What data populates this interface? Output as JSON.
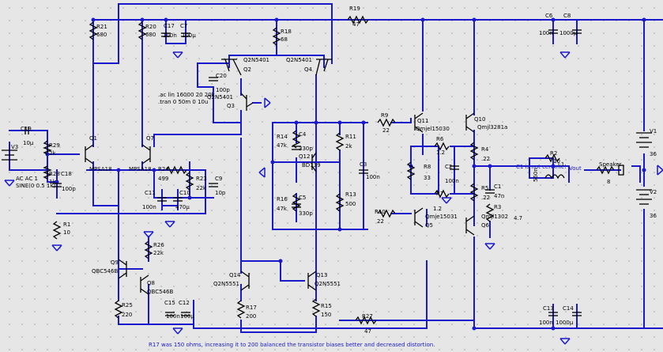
{
  "components": {
    "R21": {
      "ref": "R21",
      "value": "680"
    },
    "R20": {
      "ref": "R20",
      "value": "680"
    },
    "C17": {
      "ref": "C17",
      "value": "100n"
    },
    "C7": {
      "ref": "C7",
      "value": "100µ"
    },
    "R18": {
      "ref": "R18",
      "value": "68"
    },
    "R19": {
      "ref": "R19",
      "value": "47"
    },
    "Q2": {
      "ref": "Q2",
      "part": "Q2N5401"
    },
    "Q4": {
      "ref": "Q4",
      "part": "Q2N5401"
    },
    "C20": {
      "ref": "C20",
      "value": "100p"
    },
    "Q3": {
      "ref": "Q3",
      "part": "Q2N5401"
    },
    "C19": {
      "ref": "C19",
      "value": "10µ"
    },
    "V3": {
      "ref": "V3",
      "line1": "AC AC 1",
      "line2": "SINE(0 0.5 1k)"
    },
    "R29": {
      "ref": "R29",
      "value": "2k"
    },
    "R28": {
      "ref": "R28",
      "value": "1k"
    },
    "C18": {
      "ref": "C18",
      "value": "100p"
    },
    "R1": {
      "ref": "R1",
      "value": "10"
    },
    "Q1": {
      "ref": "Q1",
      "part": "MPSA18"
    },
    "Q7": {
      "ref": "Q7",
      "part": "MPSA18"
    },
    "R24": {
      "ref": "R24",
      "value": "499"
    },
    "R23": {
      "ref": "R23",
      "value": "22k"
    },
    "C9": {
      "ref": "C9",
      "value": "10p"
    },
    "C11": {
      "ref": "C11",
      "value": "100n"
    },
    "C10": {
      "ref": "C10",
      "value": "470µ"
    },
    "R26": {
      "ref": "R26",
      "value": "22k"
    },
    "Q9": {
      "ref": "Q9",
      "part": "QBC546B"
    },
    "Q8": {
      "ref": "Q8",
      "part": "QBC546B"
    },
    "R25": {
      "ref": "R25",
      "value": "220"
    },
    "C15": {
      "ref": "C15",
      "value": "100n"
    },
    "C12": {
      "ref": "C12",
      "value": "100µ"
    },
    "R14": {
      "ref": "R14",
      "value": "47k"
    },
    "C4": {
      "ref": "C4",
      "value": "330p"
    },
    "R11": {
      "ref": "R11",
      "value": "2k"
    },
    "Q12": {
      "ref": "Q12",
      "part": "BD139"
    },
    "R16": {
      "ref": "R16",
      "value": "47k"
    },
    "C5": {
      "ref": "C5",
      "value": "330p"
    },
    "R13": {
      "ref": "R13",
      "value": "500"
    },
    "C3": {
      "ref": "C3",
      "value": "100n"
    },
    "Q14": {
      "ref": "Q14",
      "part": "Q2N5551"
    },
    "Q13": {
      "ref": "Q13",
      "part": "Q2N5551"
    },
    "R17": {
      "ref": "R17",
      "value": "200"
    },
    "R15": {
      "ref": "R15",
      "value": "150"
    },
    "R27": {
      "ref": "R27",
      "value": "47"
    },
    "R9": {
      "ref": "R9",
      "value": "22"
    },
    "R10": {
      "ref": "R10",
      "value": "22"
    },
    "Q11": {
      "ref": "Q11",
      "part": "Qmjel15030"
    },
    "Q10": {
      "ref": "Q10",
      "part": "Qmjl3281a"
    },
    "R6": {
      "ref": "R6",
      "value": "1.2"
    },
    "R8": {
      "ref": "R8",
      "value": "33"
    },
    "C2": {
      "ref": "C2",
      "value": "100n"
    },
    "R7": {
      "ref": "R7",
      "value": "1.2"
    },
    "Q5": {
      "ref": "Q5",
      "part": "Qmje15031"
    },
    "Q6": {
      "ref": "Q6",
      "part": "Qmjl1302",
      "extra": "4.7"
    },
    "R4": {
      "ref": "R4",
      "value": ".22"
    },
    "R5": {
      "ref": "R5",
      "value": ".22"
    },
    "C1": {
      "ref": "C1",
      "value": "47n"
    },
    "R3": {
      "ref": "R3"
    },
    "R2": {
      "ref": "R2",
      "value": "10"
    },
    "L1": {
      "ref": "L1",
      "value": "560n"
    },
    "C6": {
      "ref": "C6",
      "value": "100n"
    },
    "C8": {
      "ref": "C8",
      "value": "1000µ"
    },
    "C13": {
      "ref": "C13",
      "value": "100n"
    },
    "C14": {
      "ref": "C14",
      "value": "1000µ"
    },
    "V1": {
      "ref": "V1",
      "value": "36"
    },
    "V2": {
      "ref": "V2",
      "value": "36"
    },
    "Speaker": {
      "ref": "Speaker",
      "value": "8"
    }
  },
  "net_labels": {
    "vout": "Vout"
  },
  "directives": {
    "ac": ".ac lin 16000 20 20k",
    "tran": ".tran 0 50m 0 10u"
  },
  "comments": {
    "c1_note": "C1 is not ceramic!",
    "r17_note": "R17 was 150 ohms, increasing it to 200 balanced the transistor biases better and decreased distortion."
  },
  "colors": {
    "wire": "#1a1acc",
    "component": "#000000",
    "background": "#e6e6e6"
  }
}
